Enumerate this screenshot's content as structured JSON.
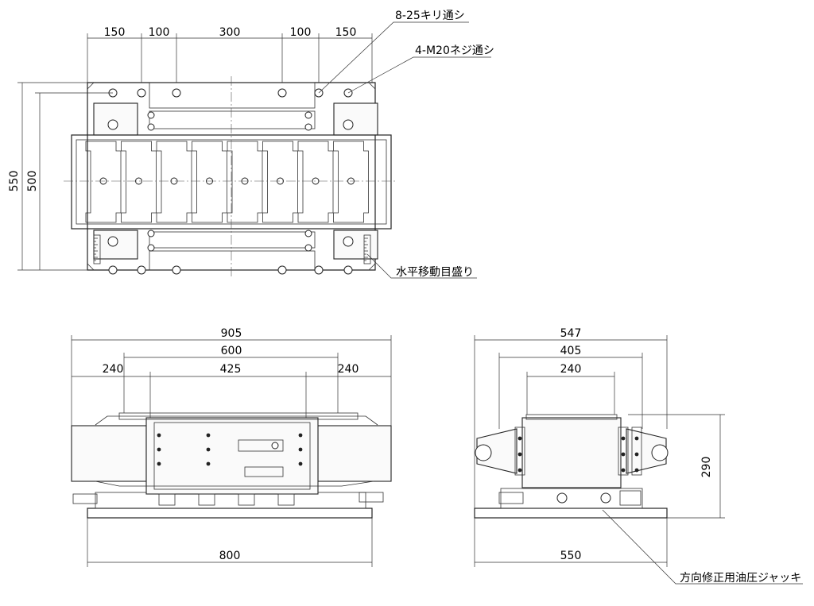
{
  "top_view": {
    "dims_top": [
      "150",
      "100",
      "300",
      "100",
      "150"
    ],
    "dim_overall_height": "550",
    "dim_inner_height": "500"
  },
  "front_view": {
    "dim_overall": "905",
    "dim_mid": "600",
    "dim_left": "240",
    "dim_center": "425",
    "dim_right": "240",
    "dim_base": "800"
  },
  "side_view": {
    "dim_overall": "547",
    "dim_mid": "405",
    "dim_inner": "240",
    "dim_height": "290",
    "dim_base": "550"
  },
  "notes": {
    "through_holes": "8-25キリ通シ",
    "tapped_holes": "4-M20ネジ通シ",
    "scale": "水平移動目盛り",
    "jack": "方向修正用油圧ジャッキ"
  }
}
